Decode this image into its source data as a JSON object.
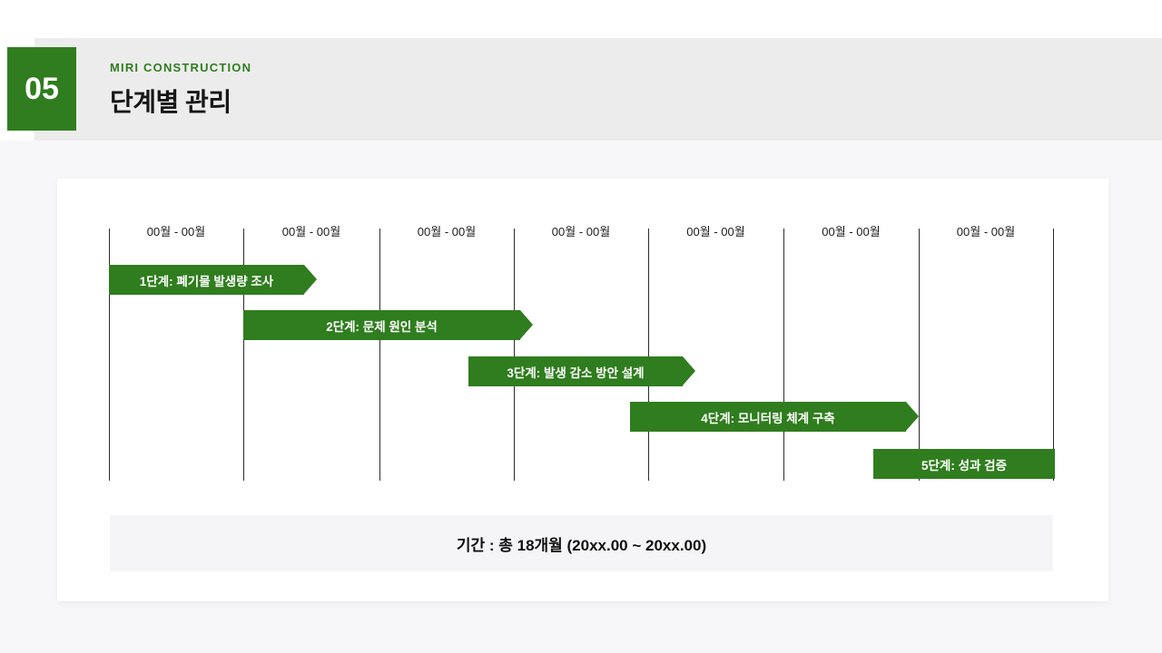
{
  "slide": {
    "number": "05",
    "company": "MIRI CONSTRUCTION",
    "title": "단계별 관리"
  },
  "colors": {
    "accent_green": "#2f7d1e",
    "header_band": "#ececec",
    "page_bg": "#f7f7f9",
    "footer_bar_bg": "#f5f5f7"
  },
  "chart_data": {
    "type": "bar",
    "subtype": "gantt-timeline",
    "title": "단계별 관리",
    "columns": [
      "00월 - 00월",
      "00월 - 00월",
      "00월 - 00월",
      "00월 - 00월",
      "00월 - 00월",
      "00월 - 00월",
      "00월 - 00월"
    ],
    "tasks": [
      {
        "label": "1단계: 폐기물 발생량 조사",
        "start_col": 1.0,
        "end_col": 2.5,
        "arrow": true
      },
      {
        "label": "2단계: 문제 원인 분석",
        "start_col": 2.0,
        "end_col": 4.1,
        "arrow": true
      },
      {
        "label": "3단계: 발생 감소 방안 설계",
        "start_col": 3.7,
        "end_col": 5.3,
        "arrow": true
      },
      {
        "label": "4단계: 모니터링 체계 구축",
        "start_col": 4.9,
        "end_col": 7.0,
        "arrow": true
      },
      {
        "label": "5단계: 성과 검증",
        "start_col": 6.7,
        "end_col": 8.0,
        "arrow": false
      }
    ],
    "footer": "기간 : 총 18개월 (20xx.00 ~ 20xx.00)",
    "legend": "none",
    "grid": "vertical-lines",
    "axis_note": "7 equal month-range columns, tasks overlap sequentially"
  }
}
